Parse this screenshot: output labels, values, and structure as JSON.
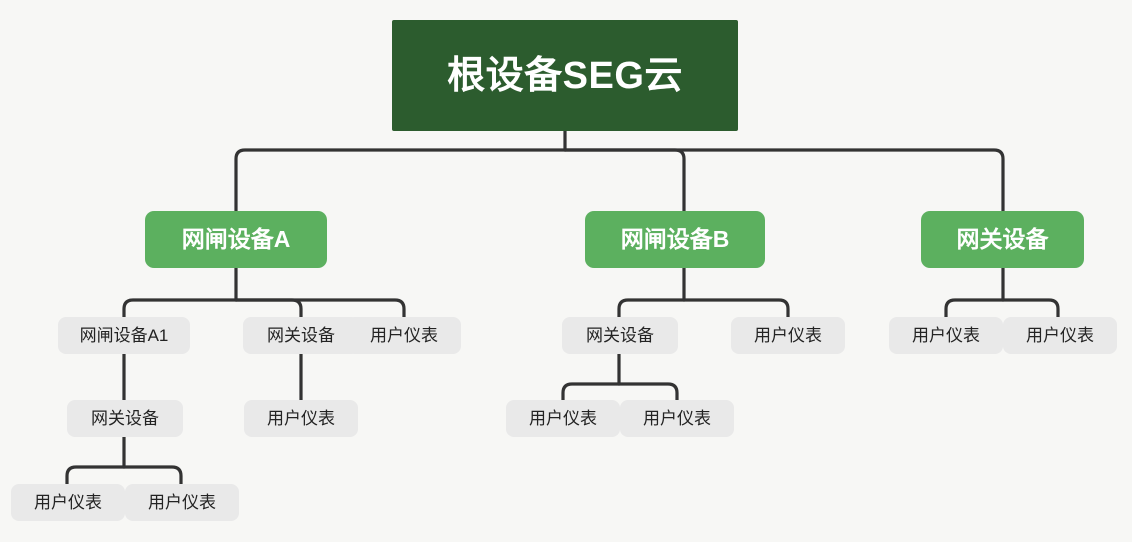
{
  "diagram": {
    "type": "org-tree",
    "title_text": "根设备SEG云",
    "background_color": "#f7f7f5",
    "connector_color": "#333333",
    "colors": {
      "root_fill": "#2c5c2e",
      "root_text": "#ffffff",
      "level2_fill": "#5cb05f",
      "level2_text": "#ffffff",
      "leaf_fill": "#e9e9e9",
      "leaf_text": "#232323"
    },
    "nodes": {
      "root": {
        "label": "根设备SEG云"
      },
      "gate_a": {
        "label": "网闸设备A"
      },
      "gate_b": {
        "label": "网闸设备B"
      },
      "gateway_top": {
        "label": "网关设备"
      },
      "gate_a1": {
        "label": "网闸设备A1"
      },
      "gateway_a": {
        "label": "网关设备"
      },
      "meter_a": {
        "label": "用户仪表"
      },
      "gateway_a1": {
        "label": "网关设备"
      },
      "meter_a2": {
        "label": "用户仪表"
      },
      "meter_a1_left": {
        "label": "用户仪表"
      },
      "meter_a1_right": {
        "label": "用户仪表"
      },
      "gateway_b": {
        "label": "网关设备"
      },
      "meter_b": {
        "label": "用户仪表"
      },
      "meter_b1": {
        "label": "用户仪表"
      },
      "meter_b2": {
        "label": "用户仪表"
      },
      "meter_g1": {
        "label": "用户仪表"
      },
      "meter_g2": {
        "label": "用户仪表"
      }
    }
  }
}
